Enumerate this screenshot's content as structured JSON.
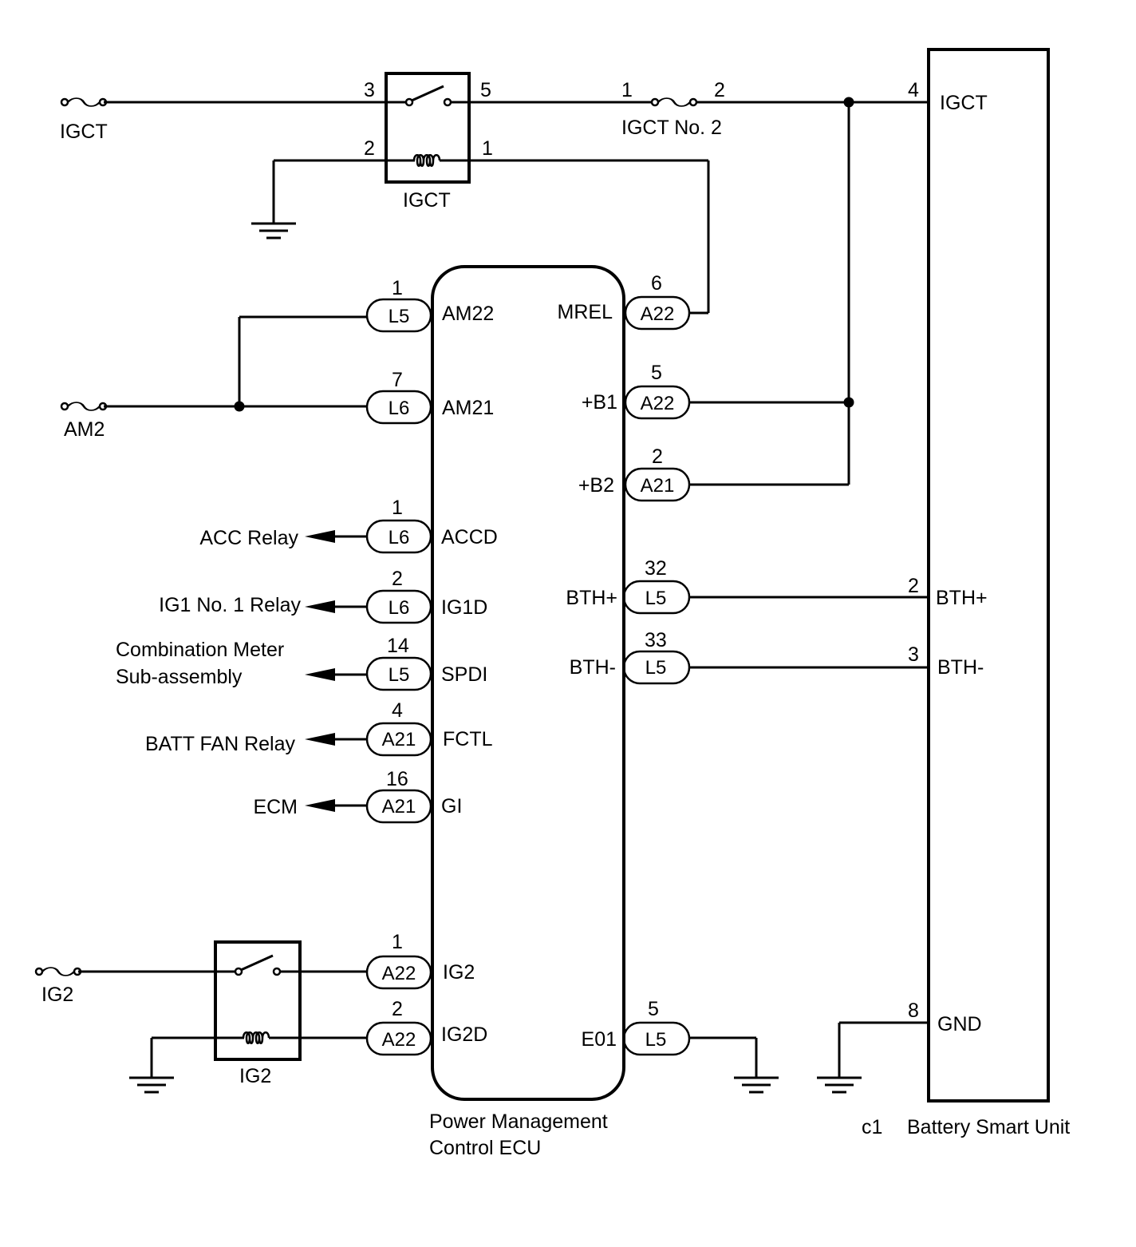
{
  "fuses": {
    "igct": "IGCT",
    "igct_no2": "IGCT No. 2",
    "am2": "AM2",
    "ig2": "IG2"
  },
  "relays": {
    "igct": "IGCT",
    "ig2": "IG2"
  },
  "igct_relay_pins": {
    "p3": "3",
    "p5": "5",
    "p2": "2",
    "p1": "1"
  },
  "igct_no2_pins": {
    "p1": "1",
    "p2": "2"
  },
  "destinations": {
    "acc": "ACC Relay",
    "ig1": "IG1 No. 1 Relay",
    "meter1": "Combination Meter",
    "meter2": "Sub-assembly",
    "fan": "BATT FAN Relay",
    "ecm": "ECM"
  },
  "ecu": {
    "name1": "Power Management",
    "name2": "Control ECU",
    "left": [
      {
        "pin": "1",
        "conn": "L5",
        "sig": "AM22"
      },
      {
        "pin": "7",
        "conn": "L6",
        "sig": "AM21"
      },
      {
        "pin": "1",
        "conn": "L6",
        "sig": "ACCD"
      },
      {
        "pin": "2",
        "conn": "L6",
        "sig": "IG1D"
      },
      {
        "pin": "14",
        "conn": "L5",
        "sig": "SPDI"
      },
      {
        "pin": "4",
        "conn": "A21",
        "sig": "FCTL"
      },
      {
        "pin": "16",
        "conn": "A21",
        "sig": "GI"
      },
      {
        "pin": "1",
        "conn": "A22",
        "sig": "IG2"
      },
      {
        "pin": "2",
        "conn": "A22",
        "sig": "IG2D"
      }
    ],
    "right": [
      {
        "pin": "6",
        "conn": "A22",
        "sig": "MREL"
      },
      {
        "pin": "5",
        "conn": "A22",
        "sig": "+B1"
      },
      {
        "pin": "2",
        "conn": "A21",
        "sig": "+B2"
      },
      {
        "pin": "32",
        "conn": "L5",
        "sig": "BTH+"
      },
      {
        "pin": "33",
        "conn": "L5",
        "sig": "BTH-"
      },
      {
        "pin": "5",
        "conn": "L5",
        "sig": "E01"
      }
    ]
  },
  "bsu": {
    "connector": "c1",
    "name": "Battery Smart Unit",
    "pins": [
      {
        "pin": "4",
        "sig": "IGCT"
      },
      {
        "pin": "2",
        "sig": "BTH+"
      },
      {
        "pin": "3",
        "sig": "BTH-"
      },
      {
        "pin": "8",
        "sig": "GND"
      }
    ]
  }
}
